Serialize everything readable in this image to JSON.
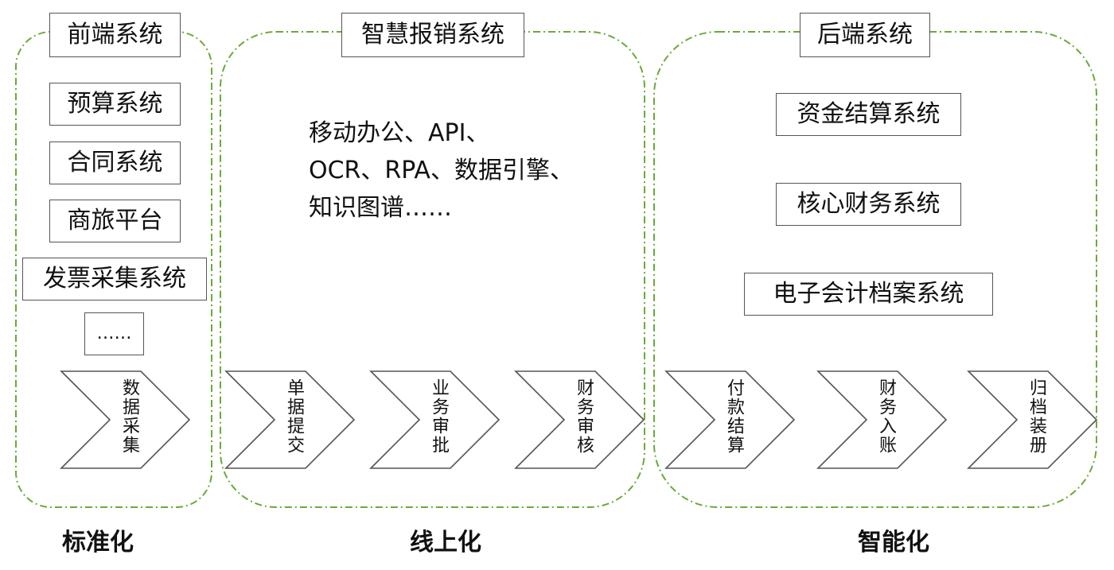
{
  "colors": {
    "group_border": "#6aaa3a",
    "box_border": "#555555",
    "text": "#111111"
  },
  "groups": {
    "front": {
      "title": "前端系统",
      "items": [
        "预算系统",
        "合同系统",
        "商旅平台",
        "发票采集系统",
        "……"
      ]
    },
    "middle": {
      "title": "智慧报销系统",
      "tech_lines": [
        "移动办公、API、",
        "OCR、RPA、数据引擎、",
        "知识图谱……"
      ]
    },
    "back": {
      "title": "后端系统",
      "items": [
        "资金结算系统",
        "核心财务系统",
        "电子会计档案系统"
      ]
    }
  },
  "process_steps": [
    "数据采集",
    "单据提交",
    "业务审批",
    "财务审核",
    "付款结算",
    "财务入账",
    "归档装册"
  ],
  "stage_labels": [
    "标准化",
    "线上化",
    "智能化"
  ]
}
